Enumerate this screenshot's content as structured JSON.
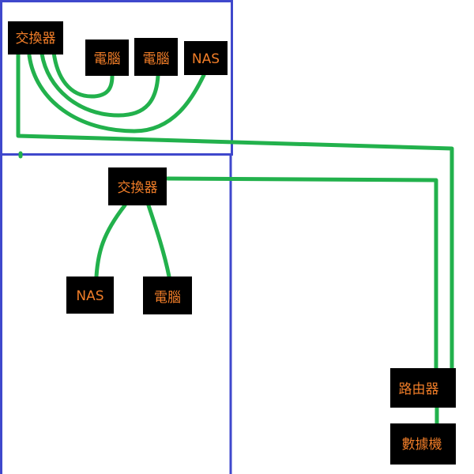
{
  "nodes": {
    "switch_top": "交換器",
    "pc_top_1": "電腦",
    "pc_top_2": "電腦",
    "nas_top": "NAS",
    "switch_bottom": "交換器",
    "nas_bottom": "NAS",
    "pc_bottom": "電腦",
    "router": "路由器",
    "modem": "數據機"
  },
  "colors": {
    "node_fill": "#000000",
    "node_text": "#f07d28",
    "cable": "#22b14c",
    "room_border": "#3f48cc",
    "background": "#ffffff"
  }
}
